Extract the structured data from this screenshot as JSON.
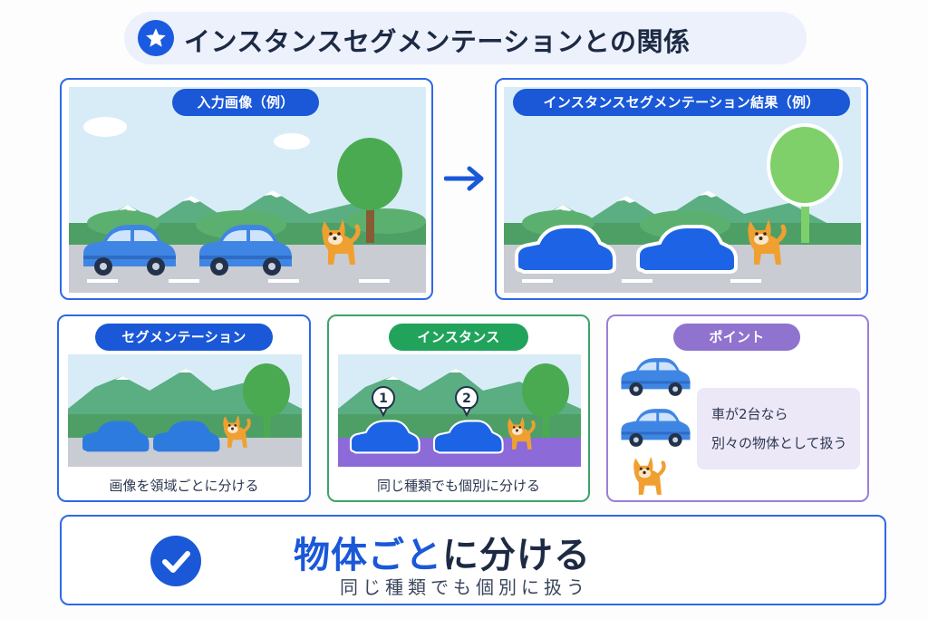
{
  "title": "インスタンスセグメンテーションとの関係",
  "panels": {
    "input": {
      "badge": "入力画像（例）"
    },
    "result": {
      "badge": "インスタンスセグメンテーション結果（例）"
    },
    "segmentation": {
      "badge": "セグメンテーション",
      "caption": "画像を領域ごとに分ける"
    },
    "instance": {
      "badge": "インスタンス",
      "caption": "同じ種類でも個別に分ける",
      "marker_1": "1",
      "marker_2": "2"
    },
    "point": {
      "badge": "ポイント",
      "line1": "車が2台なら",
      "line2": "別々の物体として扱う"
    }
  },
  "bottom": {
    "main_highlight": "物体ごと",
    "main_rest": "に分ける",
    "sub": "同じ種類でも個別に扱う"
  },
  "colors": {
    "accent_blue": "#1a58d8",
    "accent_green": "#21a35c",
    "accent_purple": "#8f73cf",
    "car_blue": "#3f86e4",
    "mask_blue": "#1c63e6",
    "instance_band": "#8c6ad8",
    "tree_green": "#4aaa52",
    "dog_orange": "#f0a030"
  },
  "icons": [
    "star-icon",
    "arrow-right-icon",
    "check-icon"
  ]
}
